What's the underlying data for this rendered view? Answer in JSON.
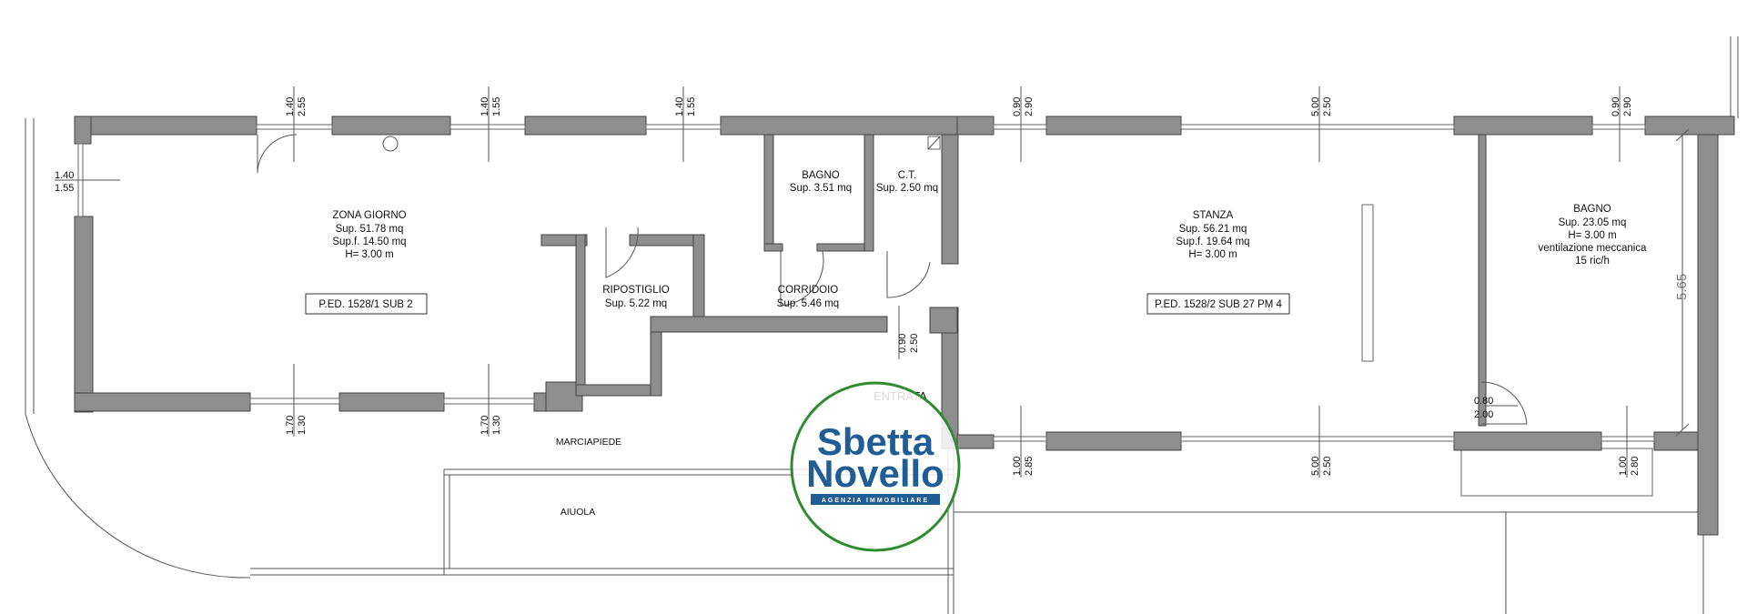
{
  "rooms": {
    "zona_giorno": {
      "name": "ZONA GIORNO",
      "sup": "Sup. 51.78 mq",
      "supf": "Sup.f. 14.50 mq",
      "h": "H= 3.00 m"
    },
    "bagno_small": {
      "name": "BAGNO",
      "sup": "Sup. 3.51 mq"
    },
    "ct": {
      "name": "C.T.",
      "sup": "Sup. 2.50 mq"
    },
    "ripostiglio": {
      "name": "RIPOSTIGLIO",
      "sup": "Sup. 5.22 mq"
    },
    "corridoio": {
      "name": "CORRIDOIO",
      "sup": "Sup. 5.46 mq"
    },
    "stanza": {
      "name": "STANZA",
      "sup": "Sup. 56.21 mq",
      "supf": "Sup.f. 19.64 mq",
      "h": "H= 3.00 m"
    },
    "bagno_large": {
      "name": "BAGNO",
      "sup": "Sup. 23.05 mq",
      "h": "H= 3.00 m",
      "vent": "ventilazione meccanica",
      "ric": "15 ric/h"
    }
  },
  "tags": {
    "left": "P.ED. 1528/1 SUB 2",
    "right": "P.ED. 1528/2 SUB 27 PM 4"
  },
  "outside": {
    "entrata": "ENTRATA",
    "marciapiede": "MARCIAPIEDE",
    "aiuola": "AIUOLA"
  },
  "dimensions": {
    "top": [
      {
        "a": "1.40",
        "b": "2.55"
      },
      {
        "a": "1.40",
        "b": "1.55"
      },
      {
        "a": "1.40",
        "b": "1.55"
      },
      {
        "a": "0.90",
        "b": "2.90"
      },
      {
        "a": "5.00",
        "b": "2.50"
      },
      {
        "a": "0.90",
        "b": "2.90"
      }
    ],
    "bottom": [
      {
        "a": "1.70",
        "b": "1.30"
      },
      {
        "a": "1.70",
        "b": "1.30"
      },
      {
        "a": "1.00",
        "b": "2.85"
      },
      {
        "a": "5.00",
        "b": "2.50"
      },
      {
        "a": "1.00",
        "b": "2.80"
      }
    ],
    "left_window": {
      "a": "1.40",
      "b": "1.55"
    },
    "corridor_door": {
      "a": "0.90",
      "b": "2.50"
    },
    "bagno_door": {
      "a": "0.80",
      "b": "2.00"
    },
    "right_height": "5.65"
  },
  "logo": {
    "line1": "Sbetta",
    "line2": "Novello",
    "sub": "AGENZIA IMMOBILIARE"
  },
  "colors": {
    "wall": "#8e8e8e",
    "logo_blue": "#1f5d94",
    "logo_ring": "#2e8b2e"
  }
}
